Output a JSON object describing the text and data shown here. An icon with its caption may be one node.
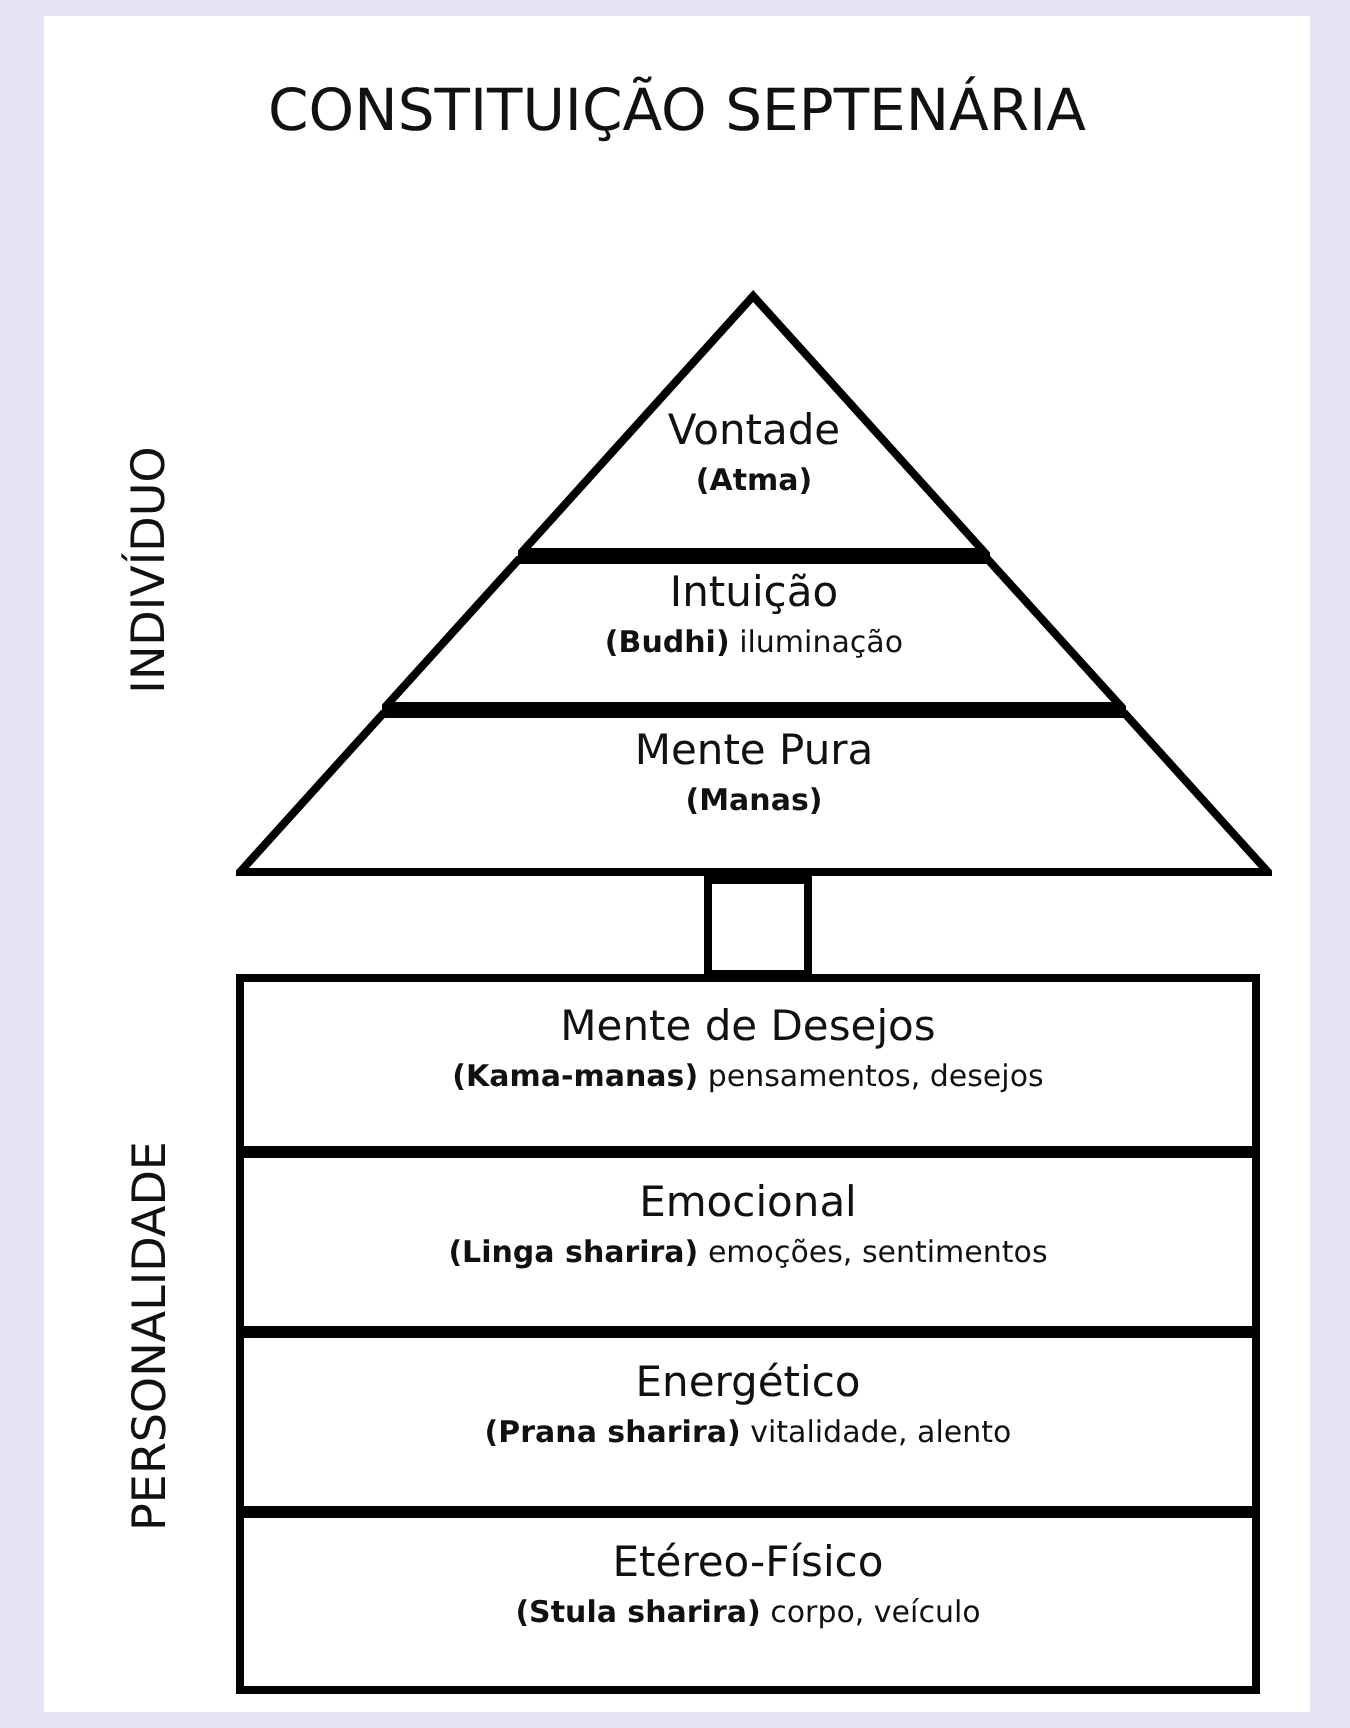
{
  "diagram": {
    "title": "CONSTITUIÇÃO SEPTENÁRIA",
    "nodes": [
      {
        "text": [
          "Vontade",
          "(Atma)"
        ]
      },
      {
        "text": [
          "Intuição",
          "**(Budhi)** iluminação"
        ]
      },
      {
        "text": [
          "Mente Pura",
          "(Manas)"
        ]
      },
      {
        "text": [],
        "shape": "box"
      },
      {
        "text": [
          "Mente de Desejos",
          "**(Kama-manas)** pensamentos, desejos"
        ]
      },
      {
        "text": [
          "Emocional",
          "**(Linga sharira)** emoções, sentimentos"
        ]
      },
      {
        "text": [
          "Energético",
          "**(Prana sharira)** vitalidade, alento"
        ]
      },
      {
        "text": [
          "Etéreo-Físico",
          "**(Stula sharira)** corpo, veículo"
        ]
      }
    ],
    "labels": [
      "INDIVÍDUO",
      "PERSONALIDADE"
    ]
  }
}
